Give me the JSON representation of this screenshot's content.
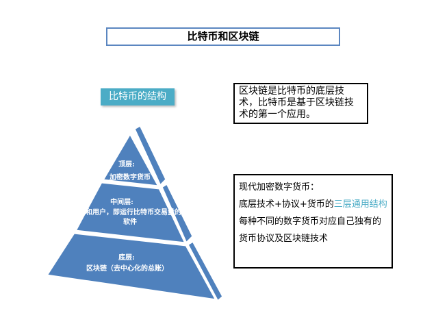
{
  "title": "比特币和区块链",
  "structure_label": "比特币的结构",
  "pyramid": {
    "top": {
      "heading": "顶层:",
      "text": "加密数字货币"
    },
    "middle": {
      "heading": "中间层:",
      "text": "和用户，即运行比特币交易量的",
      "text2": "软件"
    },
    "bottom": {
      "heading": "底层:",
      "text": "区块链（去中心化的总账）"
    }
  },
  "note1": "区块链是比特币的底层技术，比特币是基于区块链技术的第一个应用。",
  "note2": {
    "line1": "现代加密数字货币：",
    "line2_prefix": "底层技术+协议+货币的",
    "line2_highlight": "三层通用结构",
    "line3": "每种不同的数字货币对应自己独有的货币协议及区块链技术"
  },
  "colors": {
    "pyramid": "#4f81bd",
    "highlight": "#4bacc6",
    "title_border": "#5b86c0"
  }
}
